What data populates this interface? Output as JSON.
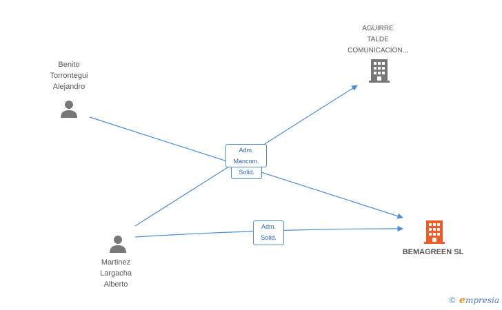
{
  "colors": {
    "edge": "#4a8bd6",
    "person_icon": "#777777",
    "company_icon": "#777777",
    "company_main_icon": "#f05a28"
  },
  "nodes": {
    "benito": {
      "name": "Benito\nTorrontegui\nAlejandro",
      "icon": "person-icon"
    },
    "martinez": {
      "name": "Martinez\nLargacha\nAlberto",
      "icon": "person-icon"
    },
    "aguirre": {
      "name": "AGUIRRE\nTALDE\nCOMUNICACION...",
      "icon": "building-icon"
    },
    "bemagreen": {
      "name": "BEMAGREEN SL",
      "icon": "building-icon"
    }
  },
  "relations": {
    "center_badge_top": "Adm.\nMancom.",
    "center_badge_bottom": "Solid.",
    "lower_badge": "Adm.\nSolid."
  },
  "watermark": {
    "copyright": "©",
    "brand_initial": "e",
    "brand_rest": "mpresia"
  }
}
